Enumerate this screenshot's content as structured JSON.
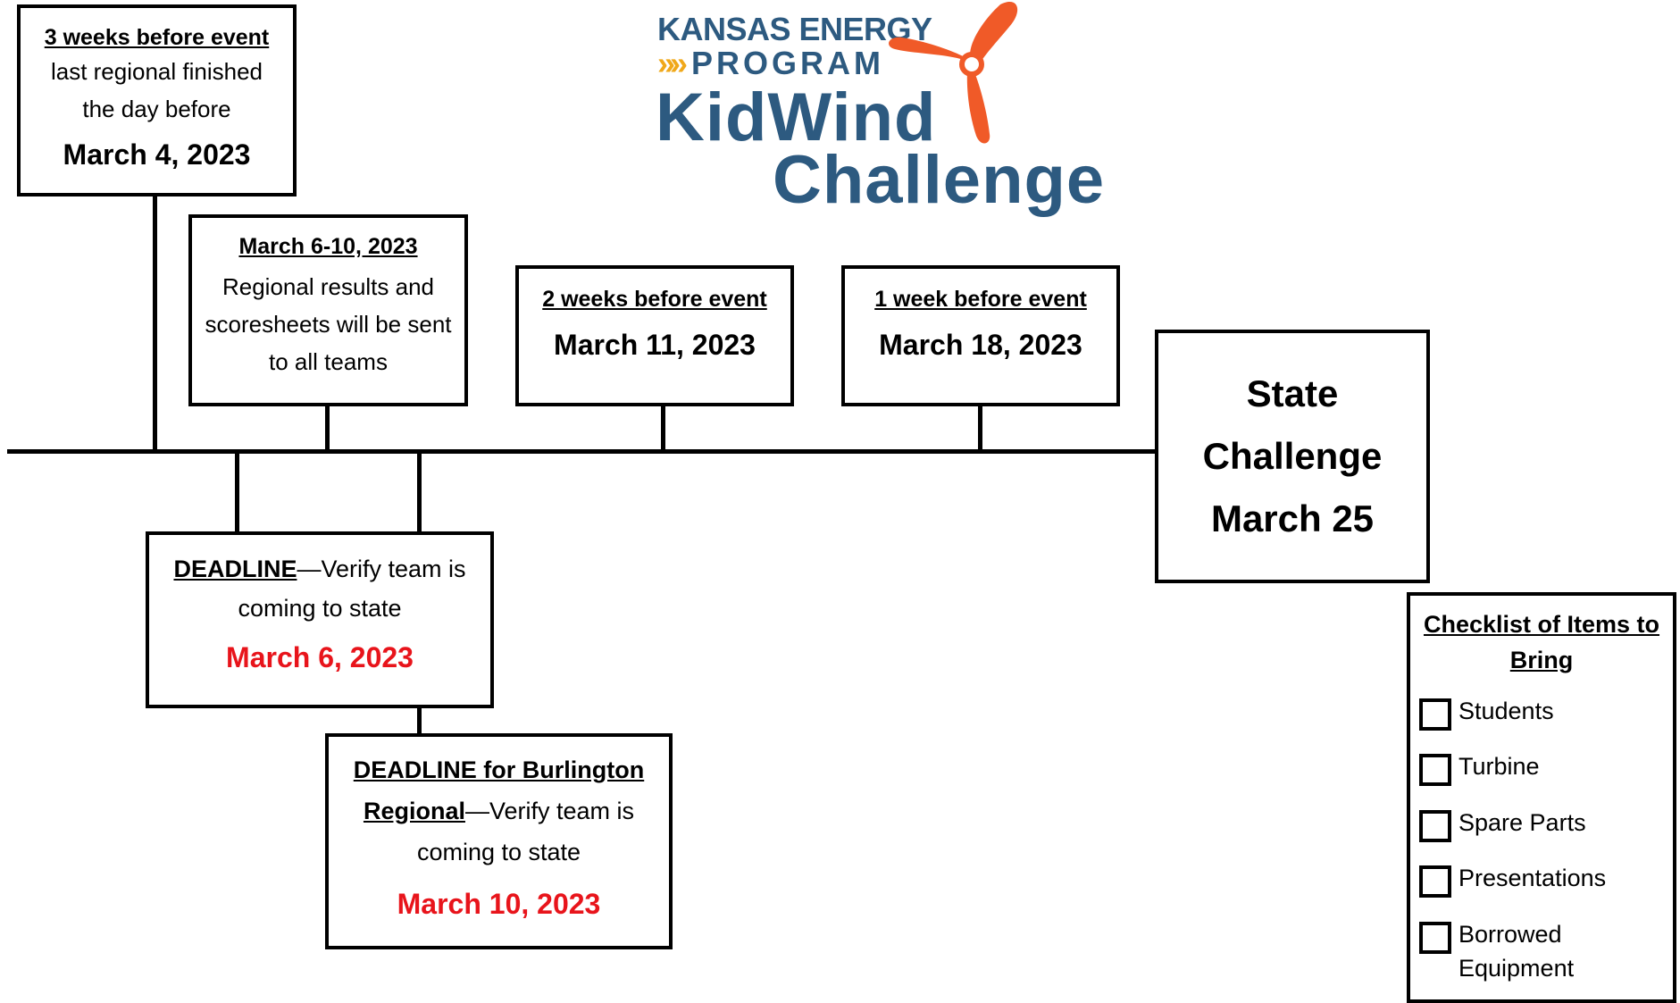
{
  "logo": {
    "line1": "KANSAS ENERGY",
    "line2": "PROGRAM",
    "chevrons": "»»",
    "line3": "KidWind",
    "line4": "Challenge"
  },
  "timeline": {
    "box_3weeks": {
      "header": "3 weeks before event",
      "line1": "last regional finished",
      "line2": "the day before",
      "date": "March 4, 2023"
    },
    "box_mar6_10": {
      "header": "March 6-10, 2023",
      "line1": "Regional results and",
      "line2": "scoresheets will be sent",
      "line3": "to all teams"
    },
    "box_2weeks": {
      "header": "2 weeks before event",
      "date": "March 11, 2023"
    },
    "box_1week": {
      "header": "1 week before event",
      "date": "March 18, 2023"
    },
    "box_state": {
      "line1": "State",
      "line2": "Challenge",
      "line3": "March 25"
    },
    "box_deadline1": {
      "header": "DEADLINE",
      "rest": "—Verify team is",
      "line2": "coming to state",
      "date": "March 6, 2023"
    },
    "box_deadline2": {
      "header1": "DEADLINE for Burlington",
      "header2": "Regional",
      "rest": "—Verify team is",
      "line3": "coming to state",
      "date": "March 10, 2023"
    }
  },
  "checklist": {
    "title1": "Checklist of Items to",
    "title2": "Bring",
    "items": [
      "Students",
      "Turbine",
      "Spare Parts",
      "Presentations",
      "Borrowed",
      "Equipment"
    ]
  },
  "colors": {
    "logo_blue": "#2d5a80",
    "logo_orange": "#f05a28",
    "chevron_yellow": "#f0a81a",
    "deadline_red": "#e8141b"
  }
}
